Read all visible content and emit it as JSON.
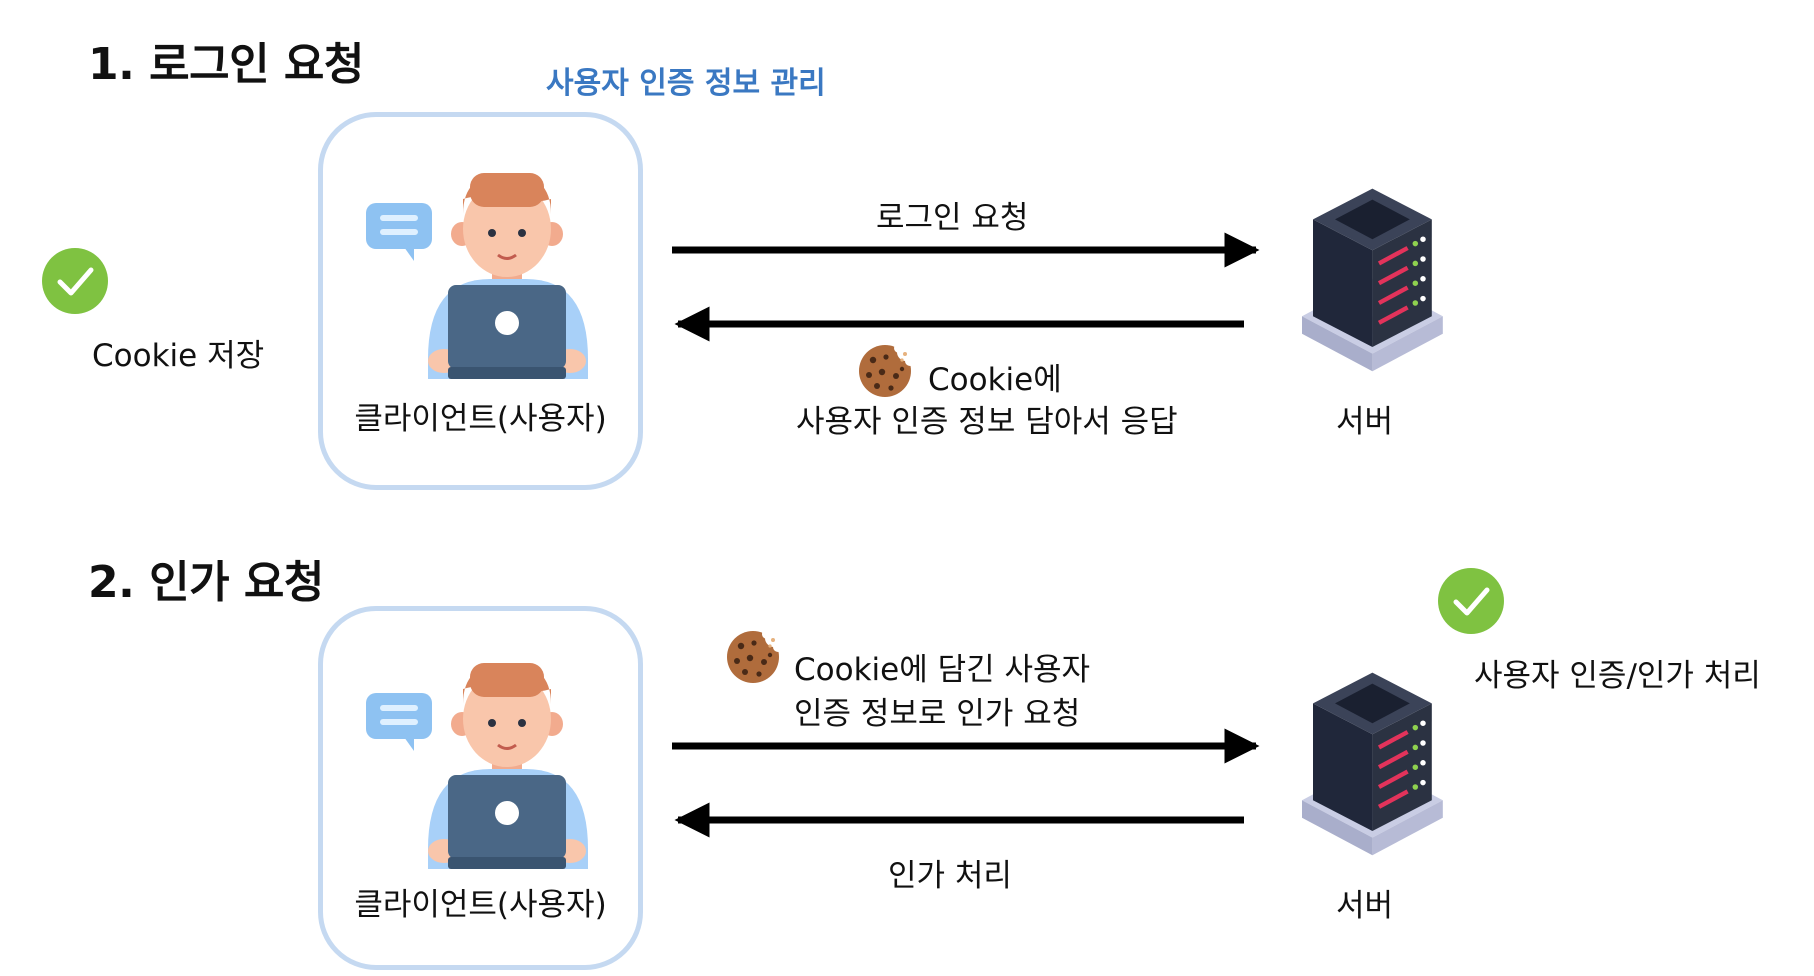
{
  "colors": {
    "accent_blue": "#3a78c2",
    "box_border": "#c5d9f1",
    "check_green": "#7fc241",
    "arrow": "#000000",
    "cookie": "#b06c3c",
    "server_body": "#2b3242",
    "server_led": "#e3335b"
  },
  "icons": {
    "client": "user-laptop-icon",
    "server": "server-rack-icon",
    "cookie": "cookie-icon",
    "check": "check-circle-icon",
    "chat": "chat-bubble-icon"
  },
  "section1": {
    "title": "1. 로그인 요청",
    "managed_label": "사용자 인증 정보 관리",
    "cookie_store": "Cookie 저장",
    "client_label": "클라이언트(사용자)",
    "request_label": "로그인 요청",
    "response_line1": "Cookie에",
    "response_line2": "사용자 인증 정보 담아서 응답",
    "server_label": "서버"
  },
  "section2": {
    "title": "2. 인가 요청",
    "client_label": "클라이언트(사용자)",
    "request_line1": "Cookie에 담긴 사용자",
    "request_line2": "인증 정보로 인가 요청",
    "response_label": "인가 처리",
    "server_label": "서버",
    "server_process": "사용자 인증/인가 처리"
  }
}
